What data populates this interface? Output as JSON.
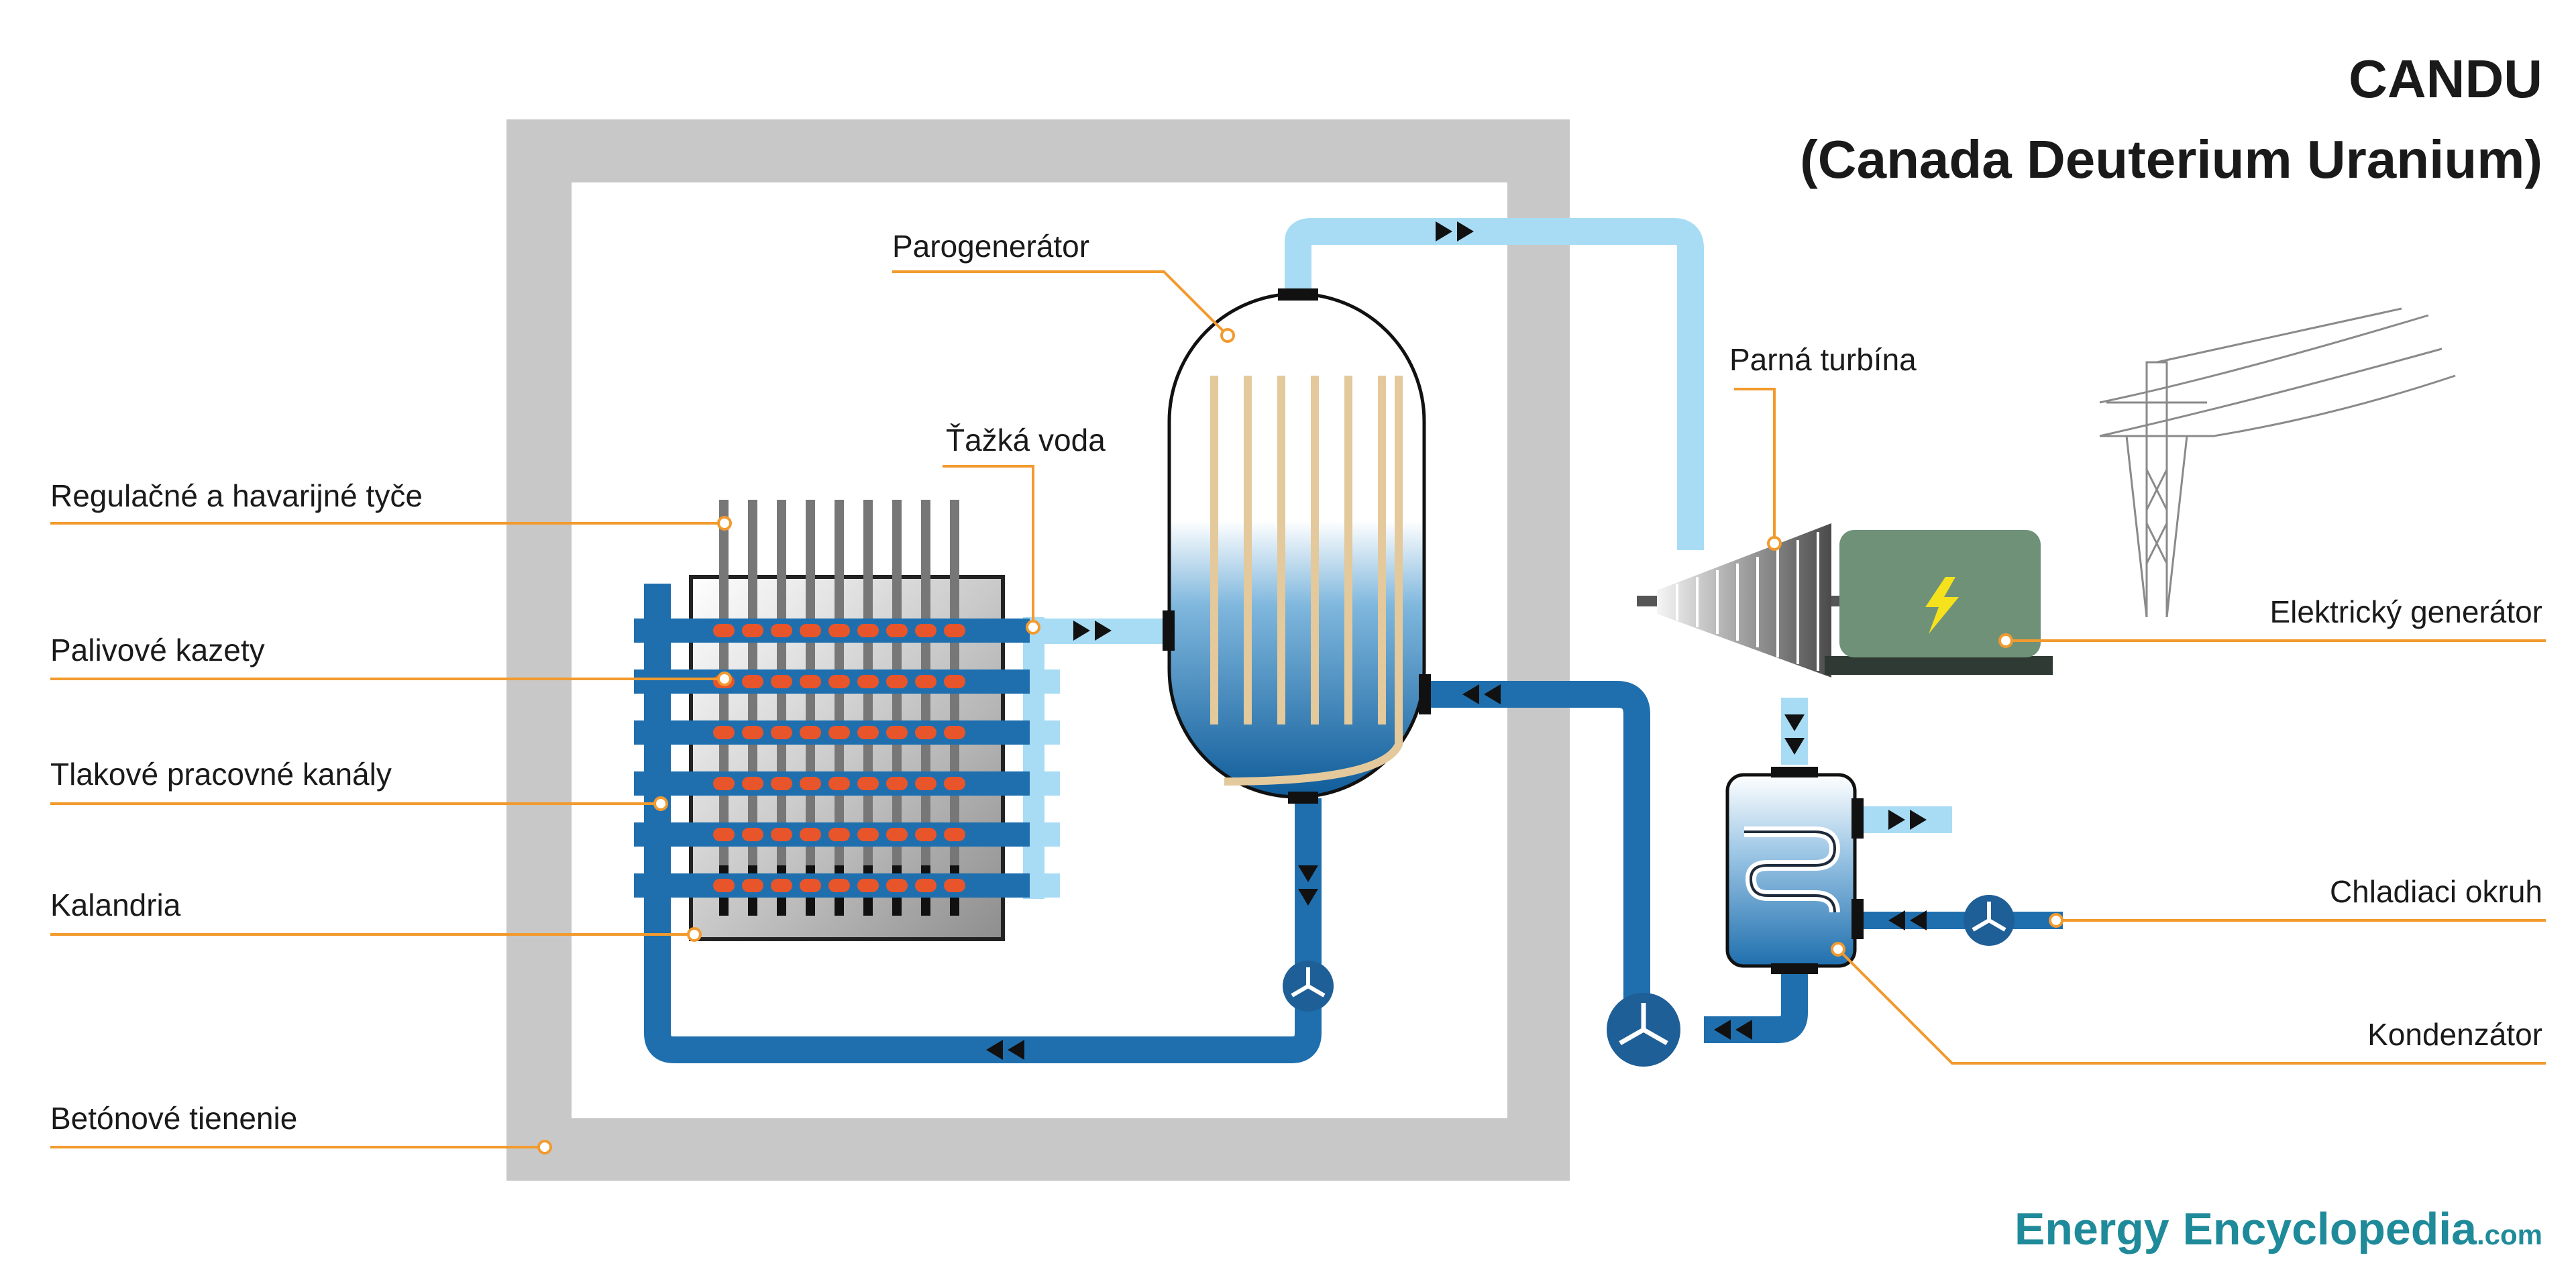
{
  "title": {
    "line1": "CANDU",
    "line2": "(Canada Deuterium Uranium)"
  },
  "labels": {
    "control_rods": "Regulačné a havarijné tyče",
    "fuel_bundles": "Palivové kazety",
    "pressure_tubes": "Tlakové pracovné kanály",
    "calandria": "Kalandria",
    "concrete_shield": "Betónové tienenie",
    "steam_generator": "Parogenerátor",
    "heavy_water": "Ťažká voda",
    "steam_turbine": "Parná turbína",
    "generator": "Elektrický generátor",
    "cooling_circuit": "Chladiaci okruh",
    "condenser": "Kondenzátor"
  },
  "brand": {
    "word1": "Energy",
    "word2": "Encyclopedia",
    "suffix": ".com"
  },
  "icons": {
    "generator": "lightning-bolt-icon",
    "pump": "pump-fan-icon",
    "pylon": "power-pylon-icon"
  },
  "colors": {
    "leader": "#f29a2e",
    "primary_loop": "#1f6fae",
    "steam": "#a8dcf5",
    "fuel": "#e8552a",
    "shield": "#c8c8c8",
    "generator": "#6f9178",
    "brand": "#1f8a9a"
  }
}
